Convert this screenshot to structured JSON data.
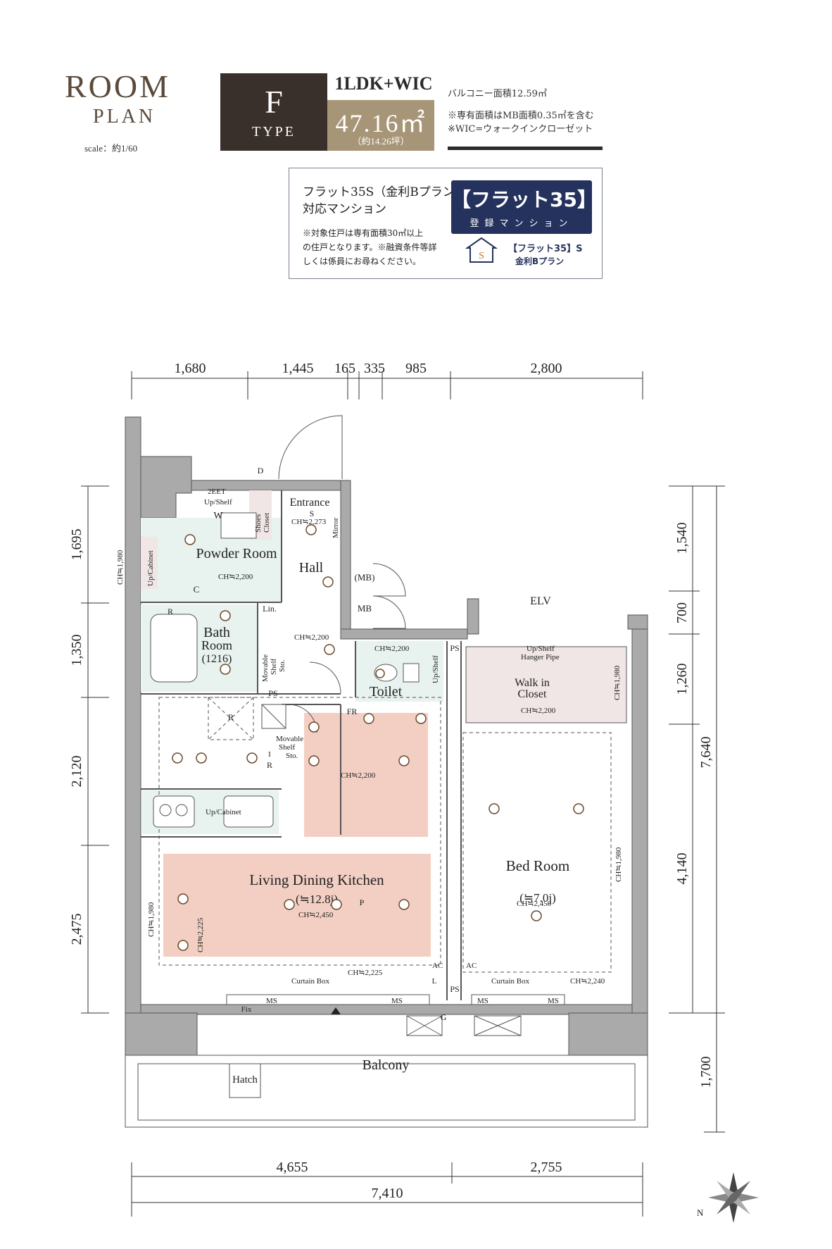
{
  "header": {
    "room": "ROOM",
    "plan": "PLAN",
    "scale": "scale：約1/60",
    "type_letter": "F",
    "type_word": "TYPE",
    "layout": "1LDK+WIC",
    "area": "47.16㎡",
    "area_tsubo": "（約14.26坪）",
    "note_balcony": "バルコニー面積12.59㎡",
    "note_mb": "※専有面積はMB面積0.35㎡を含む",
    "note_wic": "※WIC=ウォークインクローゼット"
  },
  "flat35": {
    "title": "フラット35S（金利Bプラン）",
    "title2": "対応マンション",
    "note1": "※対象住戸は専有面積30㎡以上",
    "note2": "の住戸となります。※融資条件等詳",
    "note3": "しくは係員にお尋ねください。",
    "logo_main": "【フラット35】",
    "logo_sub": "登録マンション",
    "s_label": "【フラット35】S",
    "s_sub": "金利Bプラン",
    "s_mark": "S"
  },
  "dims": {
    "top": [
      "1,680",
      "1,445",
      "165",
      "335",
      "985",
      "2,800"
    ],
    "left": [
      "1,695",
      "1,350",
      "2,120",
      "2,475"
    ],
    "right": [
      "1,540",
      "700",
      "1,260",
      "4,140",
      "7,640",
      "1,700"
    ],
    "bottom": [
      "4,655",
      "2,755",
      "7,410"
    ]
  },
  "rooms": {
    "entrance": "Entrance",
    "hall": "Hall",
    "powder_room": "Powder Room",
    "bath_room": "Bath",
    "bath_room2": "Room",
    "bath_size": "(1216)",
    "toilet": "Toilet",
    "ldk": "Living Dining Kitchen",
    "ldk_size": "(≒12.8j)",
    "bed_room": "Bed Room",
    "bed_size": "(≒7.0j)",
    "wic1": "Walk in",
    "wic2": "Closet",
    "balcony": "Balcony",
    "elv": "ELV",
    "hatch": "Hatch",
    "mb1": "(MB)",
    "mb2": "MB",
    "lin": "Lin.",
    "ps": "PS",
    "fr": "FR",
    "fix": "Fix",
    "w": "W",
    "c": "C",
    "r": "R",
    "s": "S",
    "d": "D",
    "g": "G",
    "l": "L",
    "p": "P",
    "i": "I",
    "twoeet": "2EET"
  },
  "small": {
    "ch_entrance": "CH≒2,273",
    "ch_powder": "CH≒2,200",
    "ch_hall": "CH≒2,200",
    "ch_toilet": "CH≒2,200",
    "ch_kitchen": "CH≒2,200",
    "ch_ldk": "CH≒2,450",
    "ch_ldk_left": "CH≒2,225",
    "ch_ldk_bottom": "CH≒2,225",
    "ch_bed": "CH≒2,450",
    "ch_bed_bottom": "CH≒2,240",
    "ch_wic": "CH≒2,200",
    "ch_wic_side": "CH≒1,980",
    "ch_bed_side": "CH≒1,980",
    "ch_ldk_side": "CH≒1,980",
    "ch_powder_side": "CH≒1,980",
    "up_shelf": "Up/Shelf",
    "up_shelf_wic": "Up/Shelf",
    "hanger": "Hanger Pipe",
    "up_cabinet": "Up/Cabinet",
    "up_cabinet2": "Up/Cabinet",
    "shoes": "Shoes",
    "closet": "Closet",
    "mirror": "Mirror",
    "movable": "Movable",
    "shelf": "Shelf",
    "sto": "Sto.",
    "movable2": "Movable",
    "shelf2": "Shelf",
    "sto2": "Sto.",
    "curtain1": "Curtain Box",
    "curtain2": "Curtain Box",
    "ms": "MS",
    "ac": "AC",
    "upshelf_toilet": "Up/Shelf"
  },
  "colors": {
    "dark": "#3a302b",
    "gold": "#a69577",
    "pink": "#f2cfc2",
    "mint": "#e8f2ee",
    "wall": "#aaaaaa",
    "navy": "#25325d",
    "wic": "#f1e6e6"
  }
}
